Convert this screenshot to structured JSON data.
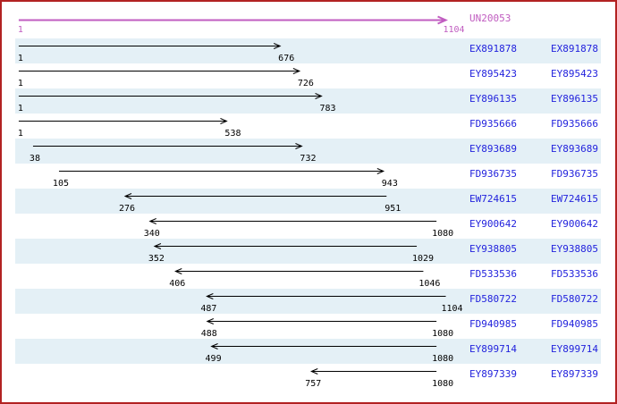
{
  "colors": {
    "border": "#b22222",
    "stripe": "#e4f0f6",
    "reference": "#c05cc0",
    "accession": "#2222dd",
    "arrow": "#000000"
  },
  "reference": {
    "id": "UN20053",
    "start": "1",
    "end": "1104",
    "direction": "right"
  },
  "rows": [
    {
      "id": "EX891878",
      "start": "1",
      "end": "676",
      "direction": "right"
    },
    {
      "id": "EY895423",
      "start": "1",
      "end": "726",
      "direction": "right"
    },
    {
      "id": "EY896135",
      "start": "1",
      "end": "783",
      "direction": "right"
    },
    {
      "id": "FD935666",
      "start": "1",
      "end": "538",
      "direction": "right"
    },
    {
      "id": "EY893689",
      "start": "38",
      "end": "732",
      "direction": "right"
    },
    {
      "id": "FD936735",
      "start": "105",
      "end": "943",
      "direction": "right"
    },
    {
      "id": "EW724615",
      "start": "276",
      "end": "951",
      "direction": "left"
    },
    {
      "id": "EY900642",
      "start": "340",
      "end": "1080",
      "direction": "left"
    },
    {
      "id": "EY938805",
      "start": "352",
      "end": "1029",
      "direction": "left"
    },
    {
      "id": "FD533536",
      "start": "406",
      "end": "1046",
      "direction": "left"
    },
    {
      "id": "FD580722",
      "start": "487",
      "end": "1104",
      "direction": "left"
    },
    {
      "id": "FD940985",
      "start": "488",
      "end": "1080",
      "direction": "left"
    },
    {
      "id": "EY899714",
      "start": "499",
      "end": "1080",
      "direction": "left"
    },
    {
      "id": "EY897339",
      "start": "757",
      "end": "1080",
      "direction": "left"
    }
  ]
}
